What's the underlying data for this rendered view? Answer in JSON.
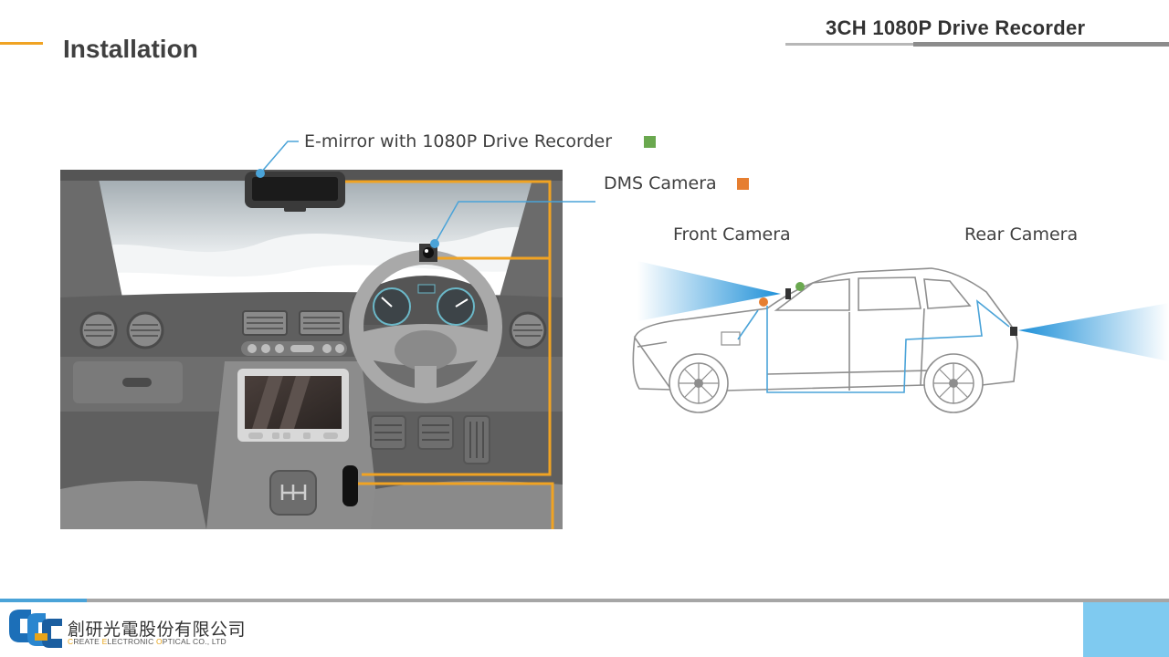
{
  "slide": {
    "title": "Installation",
    "product": "3CH 1080P Drive Recorder"
  },
  "labels": {
    "emirror": "E-mirror with 1080P Drive Recorder",
    "dms": "DMS Camera",
    "front": "Front Camera",
    "rear": "Rear Camera"
  },
  "colors": {
    "emirror_marker": "#6aa84f",
    "dms_marker": "#e67e30",
    "wire": "#f0a323",
    "camera_beam": "#1e90d8",
    "accent": "#f0a323"
  },
  "footer": {
    "company_cn": "創研光電股份有限公司",
    "company_en_letters": [
      "C",
      "REATE ",
      "E",
      "LECTRONIC ",
      "O",
      "PTICAL CO., LTD"
    ]
  }
}
